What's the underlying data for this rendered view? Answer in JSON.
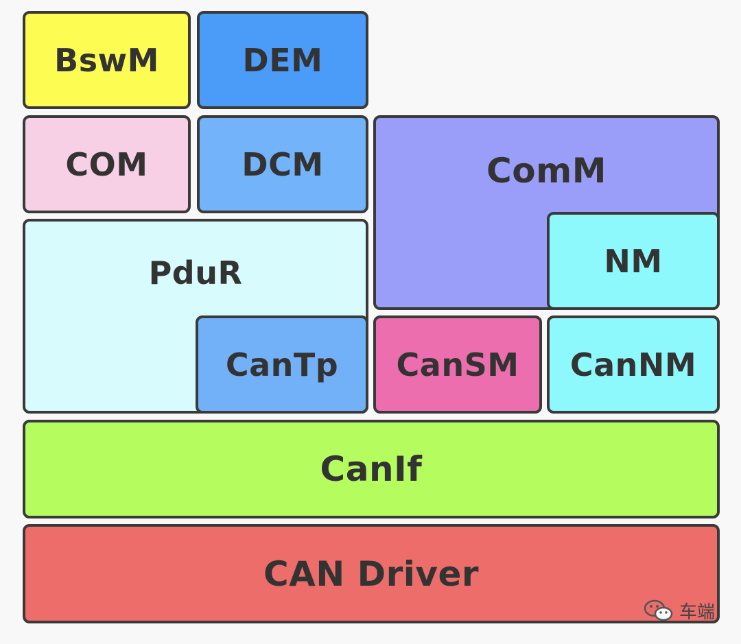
{
  "blocks": {
    "bswm": "BswM",
    "dem": "DEM",
    "com": "COM",
    "dcm": "DCM",
    "comm": "ComM",
    "nm": "NM",
    "pdur": "PduR",
    "cantp": "CanTp",
    "cansm": "CanSM",
    "cannm": "CanNM",
    "canif": "CanIf",
    "can_driver": "CAN Driver"
  },
  "colors": {
    "bswm": "#fcfc52",
    "dem": "#4b9cf8",
    "com": "#f8d0e6",
    "dcm": "#72b3f9",
    "comm": "#9a9ef8",
    "nm": "#8ef9fc",
    "pdur": "#d8fcfd",
    "cantp": "#72b1f7",
    "cansm": "#ec6eae",
    "cannm": "#8ef9fc",
    "canif": "#b5fc5e",
    "can_driver": "#ec6d69"
  },
  "watermark": {
    "icon": "wechat-icon",
    "text": "车端"
  }
}
